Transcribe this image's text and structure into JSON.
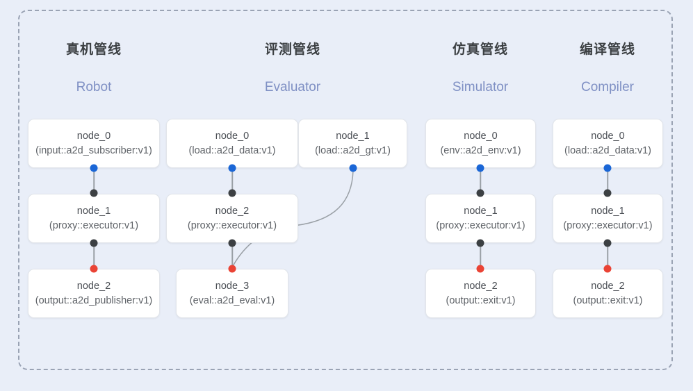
{
  "panel": {
    "background_color": "#e9eef8",
    "border_color": "#9aa3b4"
  },
  "colors": {
    "title": "#3c4043",
    "subtitle": "#7f90c4",
    "dot_input": "#1a66d6",
    "dot_link": "#3c4043",
    "dot_output": "#ea4335",
    "edge": "#9aa0a6"
  },
  "columns": [
    {
      "id": "robot",
      "title": "真机管线",
      "subtitle": "Robot",
      "nodes": [
        {
          "name": "node_0",
          "type": "(input::a2d_subscriber:v1)"
        },
        {
          "name": "node_1",
          "type": "(proxy::executor:v1)"
        },
        {
          "name": "node_2",
          "type": "(output::a2d_publisher:v1)"
        }
      ]
    },
    {
      "id": "evaluator",
      "title": "评测管线",
      "subtitle": "Evaluator",
      "nodes": [
        {
          "name": "node_0",
          "type": "(load::a2d_data:v1)"
        },
        {
          "name": "node_1",
          "type": "(load::a2d_gt:v1)"
        },
        {
          "name": "node_2",
          "type": "(proxy::executor:v1)"
        },
        {
          "name": "node_3",
          "type": "(eval::a2d_eval:v1)"
        }
      ]
    },
    {
      "id": "simulator",
      "title": "仿真管线",
      "subtitle": "Simulator",
      "nodes": [
        {
          "name": "node_0",
          "type": "(env::a2d_env:v1)"
        },
        {
          "name": "node_1",
          "type": "(proxy::executor:v1)"
        },
        {
          "name": "node_2",
          "type": "(output::exit:v1)"
        }
      ]
    },
    {
      "id": "compiler",
      "title": "编译管线",
      "subtitle": "Compiler",
      "nodes": [
        {
          "name": "node_0",
          "type": "(load::a2d_data:v1)"
        },
        {
          "name": "node_1",
          "type": "(proxy::executor:v1)"
        },
        {
          "name": "node_2",
          "type": "(output::exit:v1)"
        }
      ]
    }
  ]
}
